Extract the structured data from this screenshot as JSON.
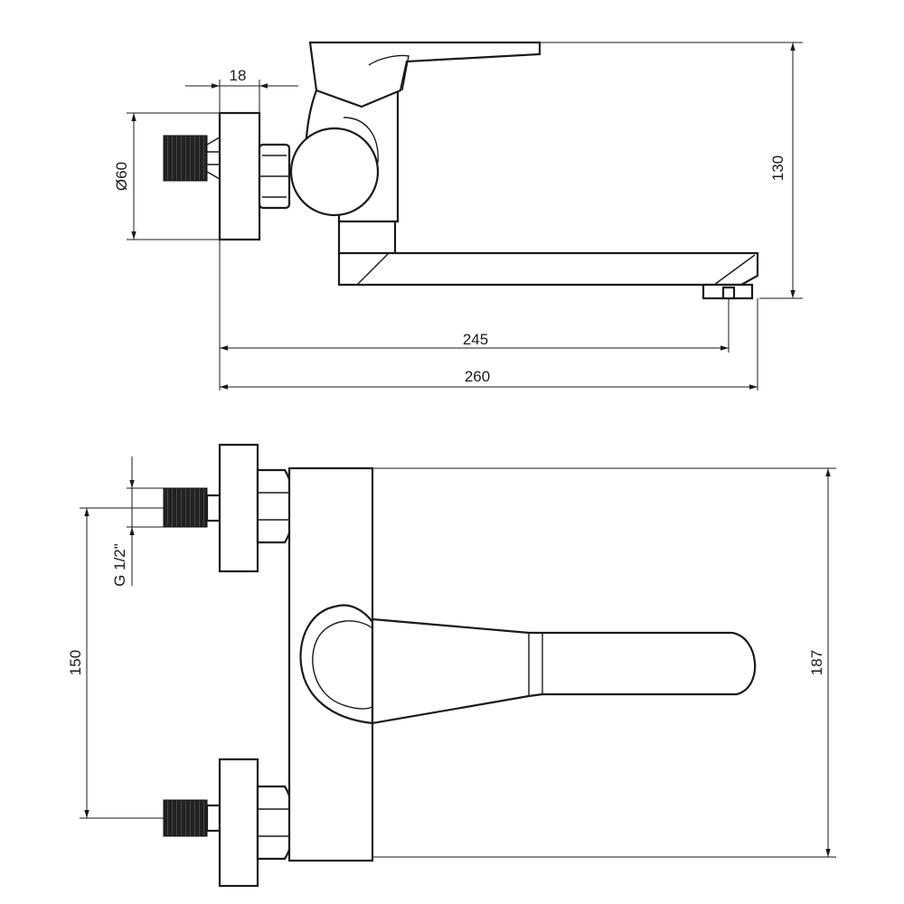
{
  "drawing": {
    "side_view": {
      "dim_plate_thickness": "18",
      "dim_plate_diameter": "Ø60",
      "dim_height": "130",
      "dim_spout_reach": "245",
      "dim_total_length": "260"
    },
    "front_view": {
      "dim_thread": "G 1/2\"",
      "dim_spacing": "150",
      "dim_body_height": "187"
    },
    "line_color": "#1a1a1a"
  }
}
